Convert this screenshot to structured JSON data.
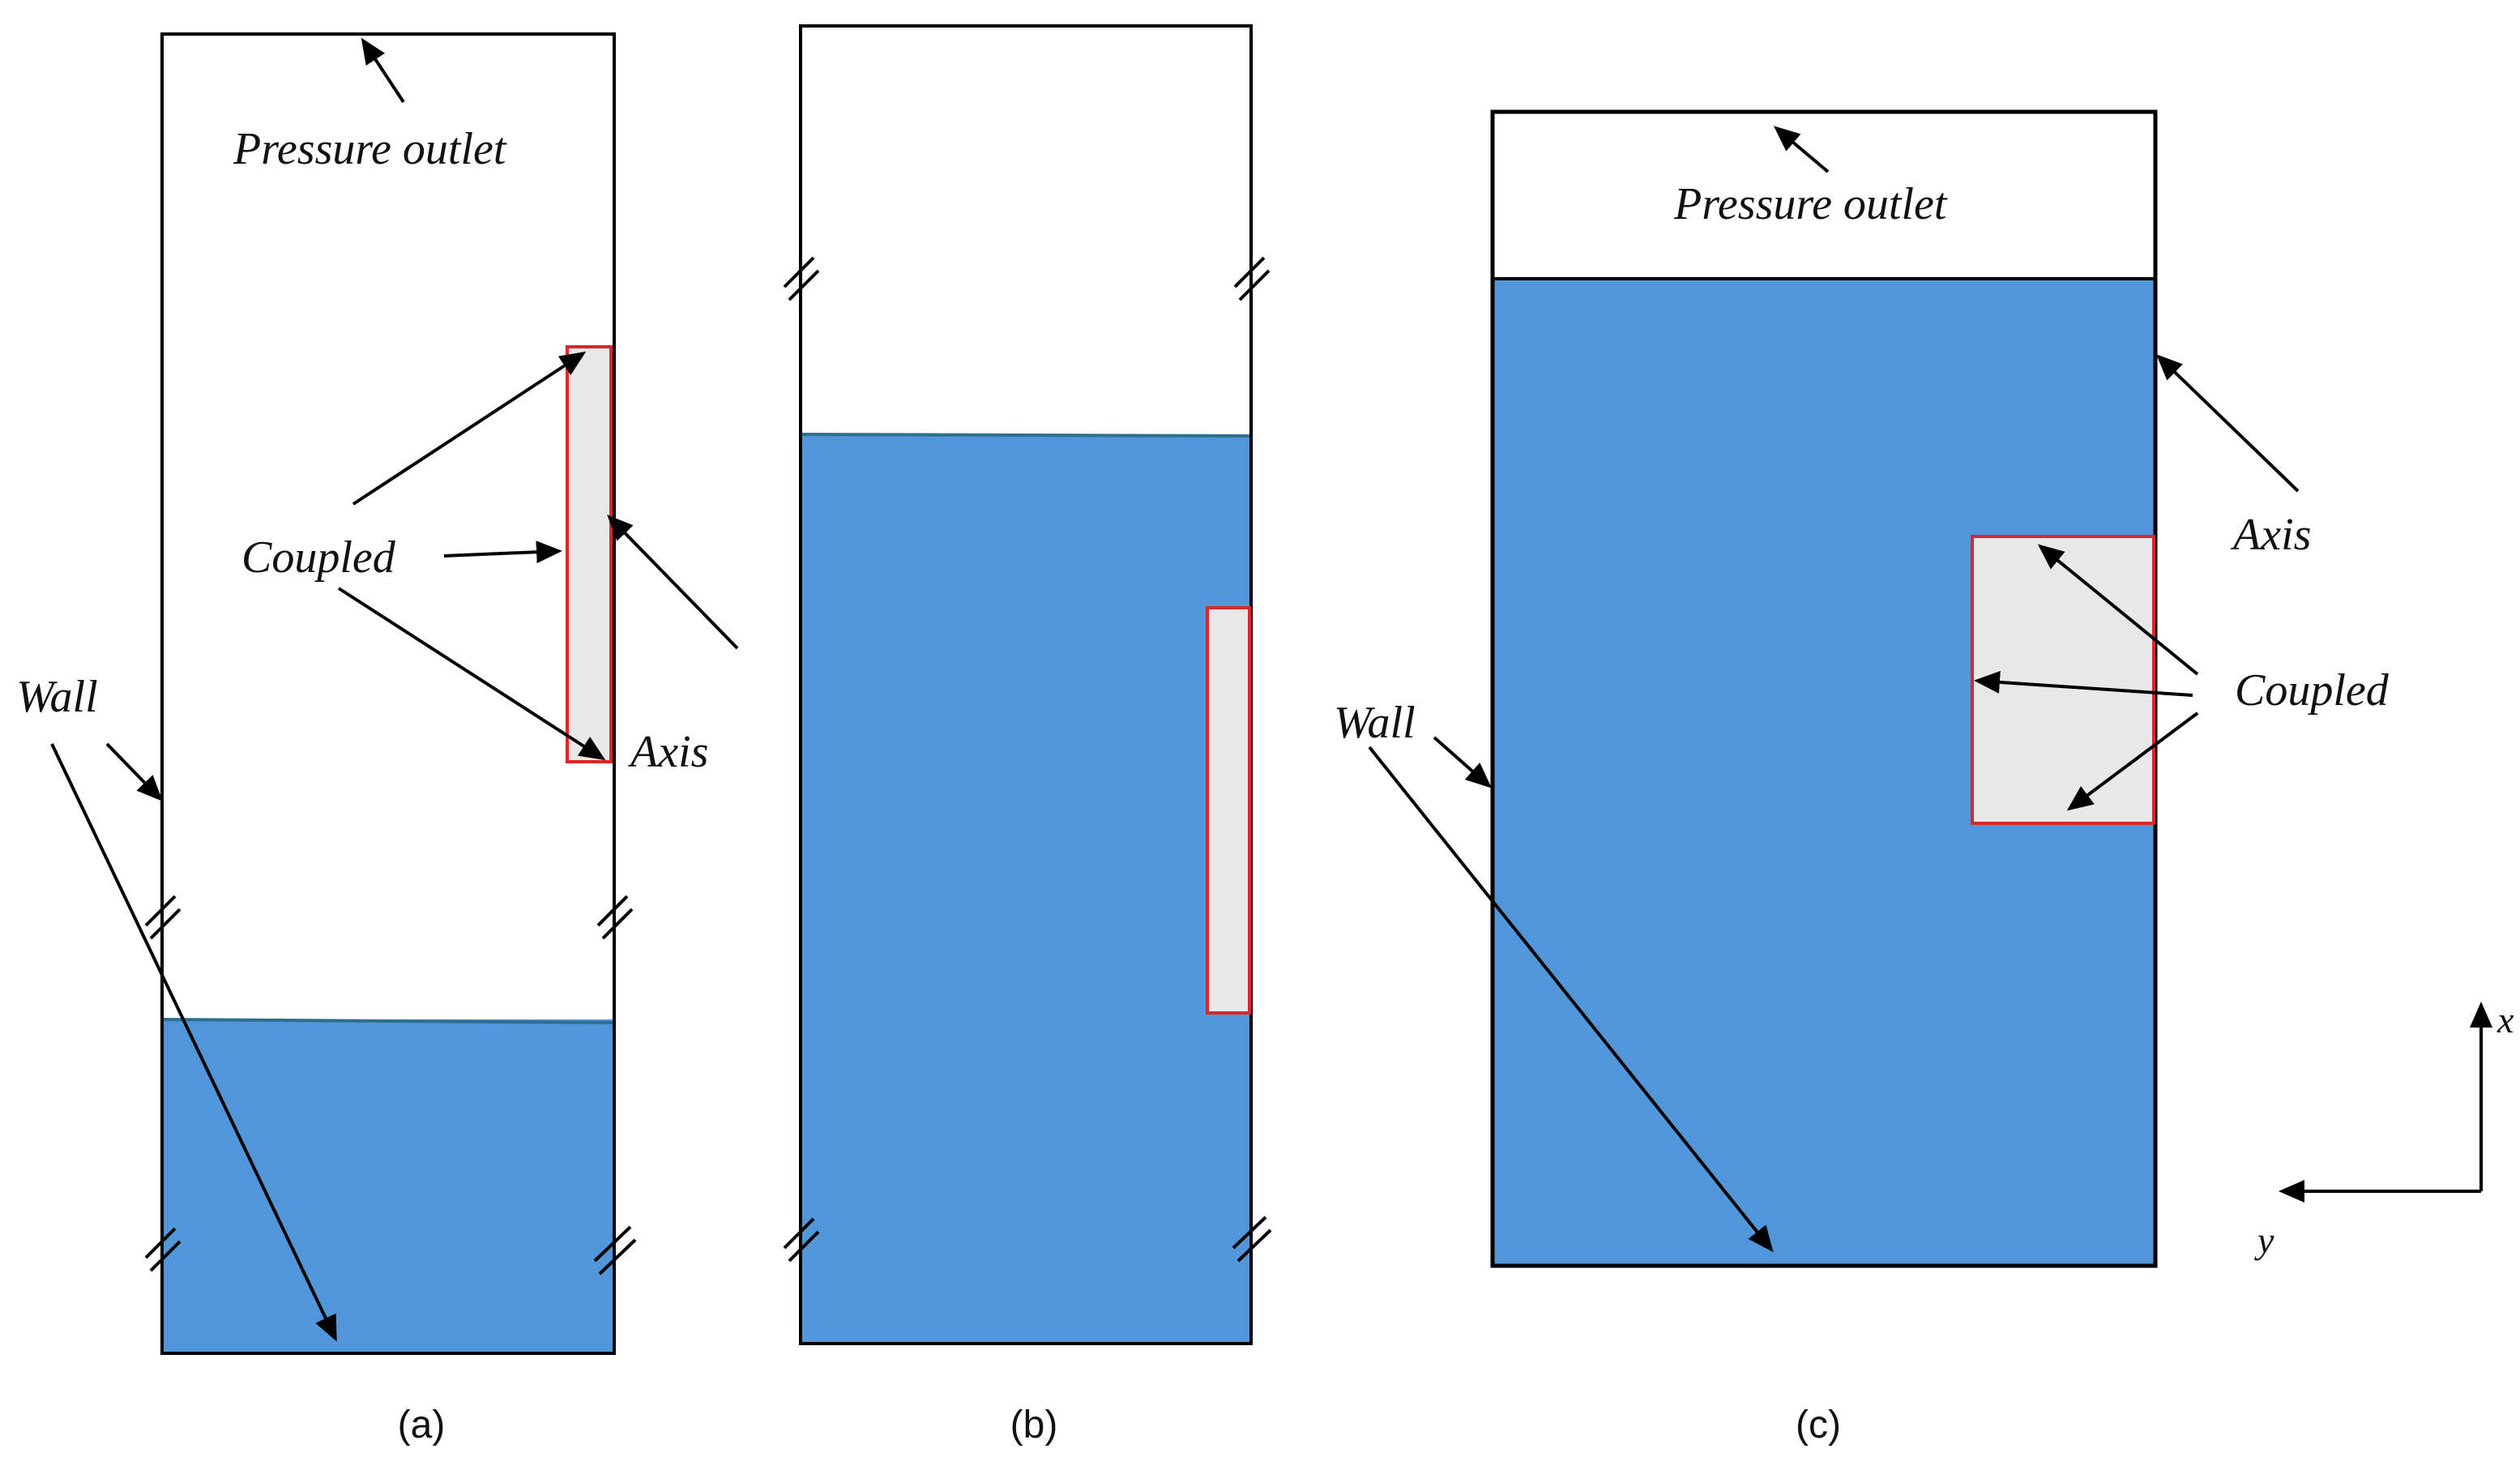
{
  "colors": {
    "fluid": "#5096d8",
    "coupled_fill": "#e8e8e8",
    "coupled_border": "#d62a2a",
    "free_surface": "#2e6e8e",
    "outline": "#000000"
  },
  "panels": [
    {
      "id": "a",
      "caption": "(a)",
      "labels": {
        "outlet": "Pressure outlet",
        "coupled": "Coupled",
        "wall": "Wall",
        "axis": "Axis"
      }
    },
    {
      "id": "b",
      "caption": "(b)"
    },
    {
      "id": "c",
      "caption": "(c)",
      "labels": {
        "outlet": "Pressure outlet",
        "coupled": "Coupled",
        "wall": "Wall",
        "axis": "Axis"
      }
    }
  ],
  "axes_indicator": {
    "x_label": "x",
    "y_label": "y"
  },
  "icons": [
    "break-mark-icon",
    "arrow-icon"
  ]
}
